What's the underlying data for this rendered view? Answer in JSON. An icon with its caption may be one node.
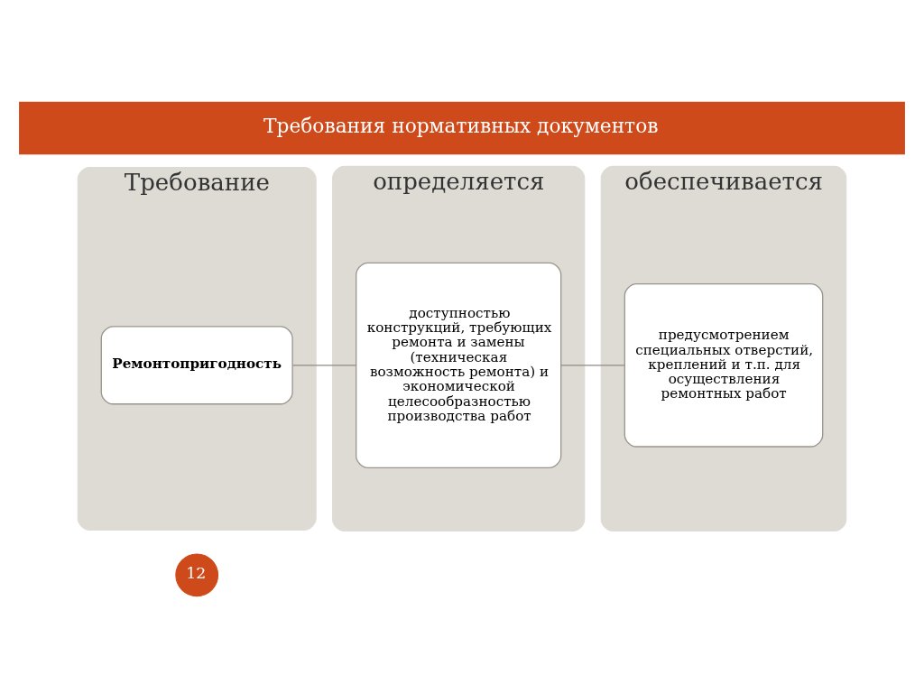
{
  "diagram": {
    "title": "Требования нормативных документов",
    "nodes": [
      {
        "text": [
          "Требование"
        ]
      },
      {
        "text": [
          "Ремонтопригодность"
        ],
        "in": 0
      },
      {
        "text": [
          "определяется"
        ]
      },
      {
        "text": [
          "доступностью конструкций, требующих ремонта и замены (техническая возможность ремонта) и экономической целесообразностью производства работ"
        ],
        "in": 2
      },
      {
        "text": [
          "обеспечивается"
        ]
      },
      {
        "text": [
          "предусмотрением специальных отверстий, креплений и т.п. для осуществления ремонтных работ"
        ],
        "in": 4
      },
      {
        "text": [
          "12"
        ]
      }
    ],
    "edges": [
      {
        "from": 1,
        "to": 3,
        "arrow": "none"
      },
      {
        "from": 3,
        "to": 5,
        "arrow": "none"
      }
    ]
  }
}
